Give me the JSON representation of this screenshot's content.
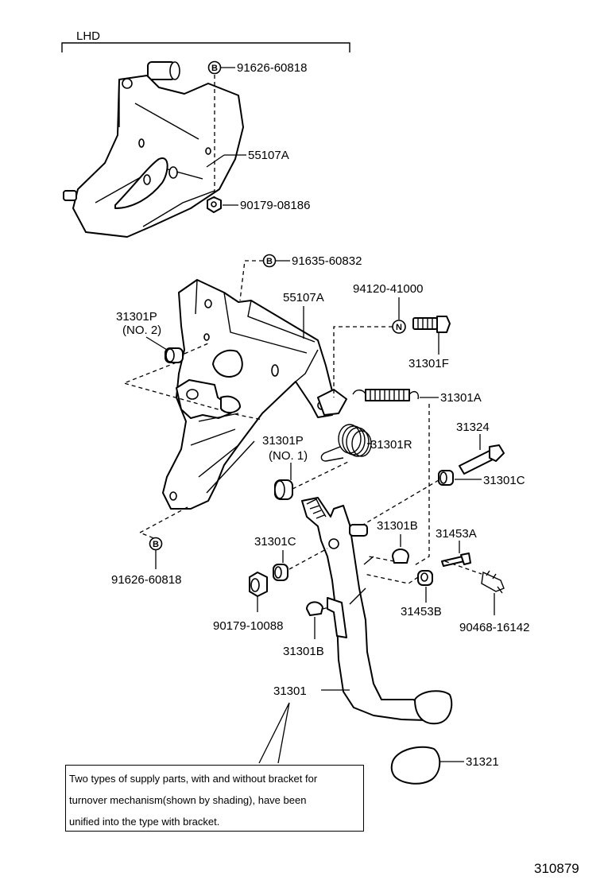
{
  "header": {
    "section_label": "LHD"
  },
  "parts": {
    "bolt_top": "91626-60818",
    "bracket_top": "55107A",
    "nut_top": "90179-08186",
    "bolt_mid": "91635-60832",
    "bracket_mid": "55107A",
    "nut_n": "94120-41000",
    "bolt_f": "31301F",
    "spring_a": "31301A",
    "bushing_no2_code": "31301P",
    "bushing_no2_sub": "(NO. 2)",
    "bushing_no1_code": "31301P",
    "bushing_no1_sub": "(NO. 1)",
    "spring_r": "31301R",
    "bolt_31324": "31324",
    "collar_c_right": "31301C",
    "cushion_b_mid": "31301B",
    "stopper_a": "31453A",
    "collar_c_left": "31301C",
    "bolt_bottom_left": "91626-60818",
    "nut_bottom": "90179-10088",
    "stopper_b": "31453B",
    "clip": "90468-16142",
    "cushion_b_low": "31301B",
    "pedal": "31301",
    "pad": "31321"
  },
  "symbols": {
    "bolt": "B",
    "nut": "N"
  },
  "note": {
    "line1": "Two types of supply parts, with and without bracket for",
    "line2": "turnover mechanism(shown by shading), have been",
    "line3": "unified into the type with bracket."
  },
  "footer": {
    "diagram_number": "310879"
  }
}
